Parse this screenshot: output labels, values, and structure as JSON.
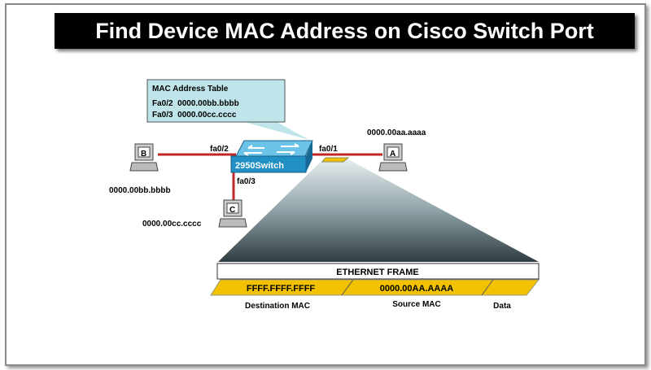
{
  "title": "Find Device MAC Address on Cisco Switch Port",
  "mac_table": {
    "heading": "MAC Address Table",
    "rows": [
      "Fa0/2  0000.00bb.bbbb",
      "Fa0/3  0000.00cc.cccc"
    ]
  },
  "switch": {
    "label": "2950Switch",
    "ports": {
      "left": "fa0/2",
      "right": "fa0/1",
      "down": "fa0/3"
    }
  },
  "hosts": [
    {
      "label": "A",
      "mac": "0000.00aa.aaaa"
    },
    {
      "label": "B",
      "mac": "0000.00bb.bbbb"
    },
    {
      "label": "C",
      "mac": "0000.00cc.cccc"
    }
  ],
  "frame": {
    "heading": "ETHERNET FRAME",
    "fields": [
      {
        "value": "FFFF.FFFF.FFFF",
        "label": "Destination MAC"
      },
      {
        "value": "0000.00AA.AAAA",
        "label": "Source MAC"
      },
      {
        "value": "",
        "label": "Data"
      }
    ]
  },
  "colors": {
    "link": "#c0282a",
    "switch": "#1f8fc4",
    "frame_field": "#f2c200",
    "callout": "#bfe5ea"
  }
}
